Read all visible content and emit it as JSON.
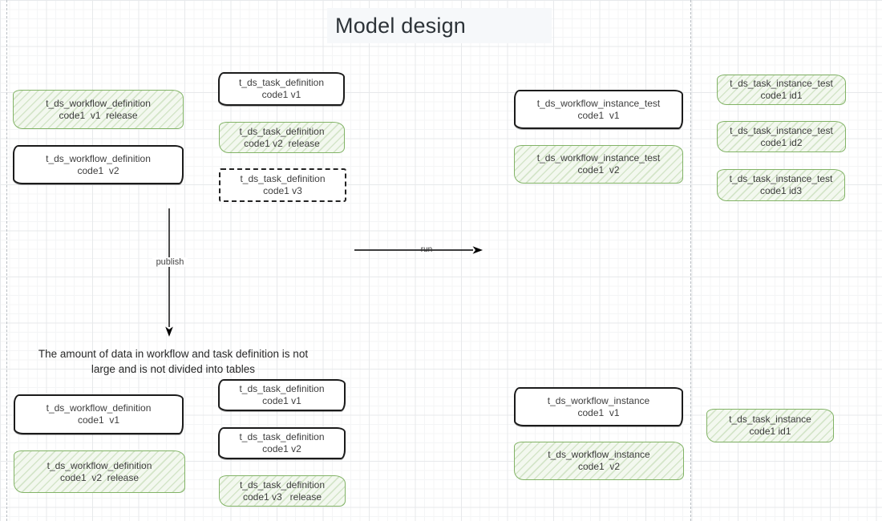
{
  "title": "Model design",
  "note": {
    "line1": "The amount of data in workflow and task definition is not",
    "line2": "large and is not divided into tables"
  },
  "arrows": {
    "publish": "publish",
    "run": "run"
  },
  "colors": {
    "green_border": "#82b366",
    "green_fill": "#f3f8ef",
    "box_border": "#1b1b1b",
    "text": "#3d3d3d"
  },
  "boxes": {
    "top_workflow_def_v1": {
      "name": "t_ds_workflow_definition",
      "detail": "code1  v1  release"
    },
    "top_workflow_def_v2": {
      "name": "t_ds_workflow_definition",
      "detail": "code1  v2"
    },
    "top_task_def_v1": {
      "name": "t_ds_task_definition",
      "detail": "code1 v1"
    },
    "top_task_def_v2": {
      "name": "t_ds_task_definition",
      "detail": "code1 v2  release"
    },
    "top_task_def_v3": {
      "name": "t_ds_task_definition",
      "detail": "code1 v3"
    },
    "top_workflow_inst_v1": {
      "name": "t_ds_workflow_instance_test",
      "detail": "code1  v1"
    },
    "top_workflow_inst_v2": {
      "name": "t_ds_workflow_instance_test",
      "detail": "code1  v2"
    },
    "top_task_inst_id1": {
      "name": "t_ds_task_instance_test",
      "detail": "code1 id1"
    },
    "top_task_inst_id2": {
      "name": "t_ds_task_instance_test",
      "detail": "code1 id2"
    },
    "top_task_inst_id3": {
      "name": "t_ds_task_instance_test",
      "detail": "code1 id3"
    },
    "bottom_workflow_def_v1": {
      "name": "t_ds_workflow_definition",
      "detail": "code1  v1"
    },
    "bottom_workflow_def_v2": {
      "name": "t_ds_workflow_definition",
      "detail": "code1  v2  release"
    },
    "bottom_task_def_v1": {
      "name": "t_ds_task_definition",
      "detail": "code1 v1"
    },
    "bottom_task_def_v2": {
      "name": "t_ds_task_definition",
      "detail": "code1 v2"
    },
    "bottom_task_def_v3": {
      "name": "t_ds_task_definition",
      "detail": "code1 v3   release"
    },
    "bottom_workflow_inst_v1": {
      "name": "t_ds_workflow_instance",
      "detail": "code1  v1"
    },
    "bottom_workflow_inst_v2": {
      "name": "t_ds_workflow_instance",
      "detail": "code1  v2"
    },
    "bottom_task_inst_id1": {
      "name": "t_ds_task_instance",
      "detail": "code1 id1"
    }
  }
}
